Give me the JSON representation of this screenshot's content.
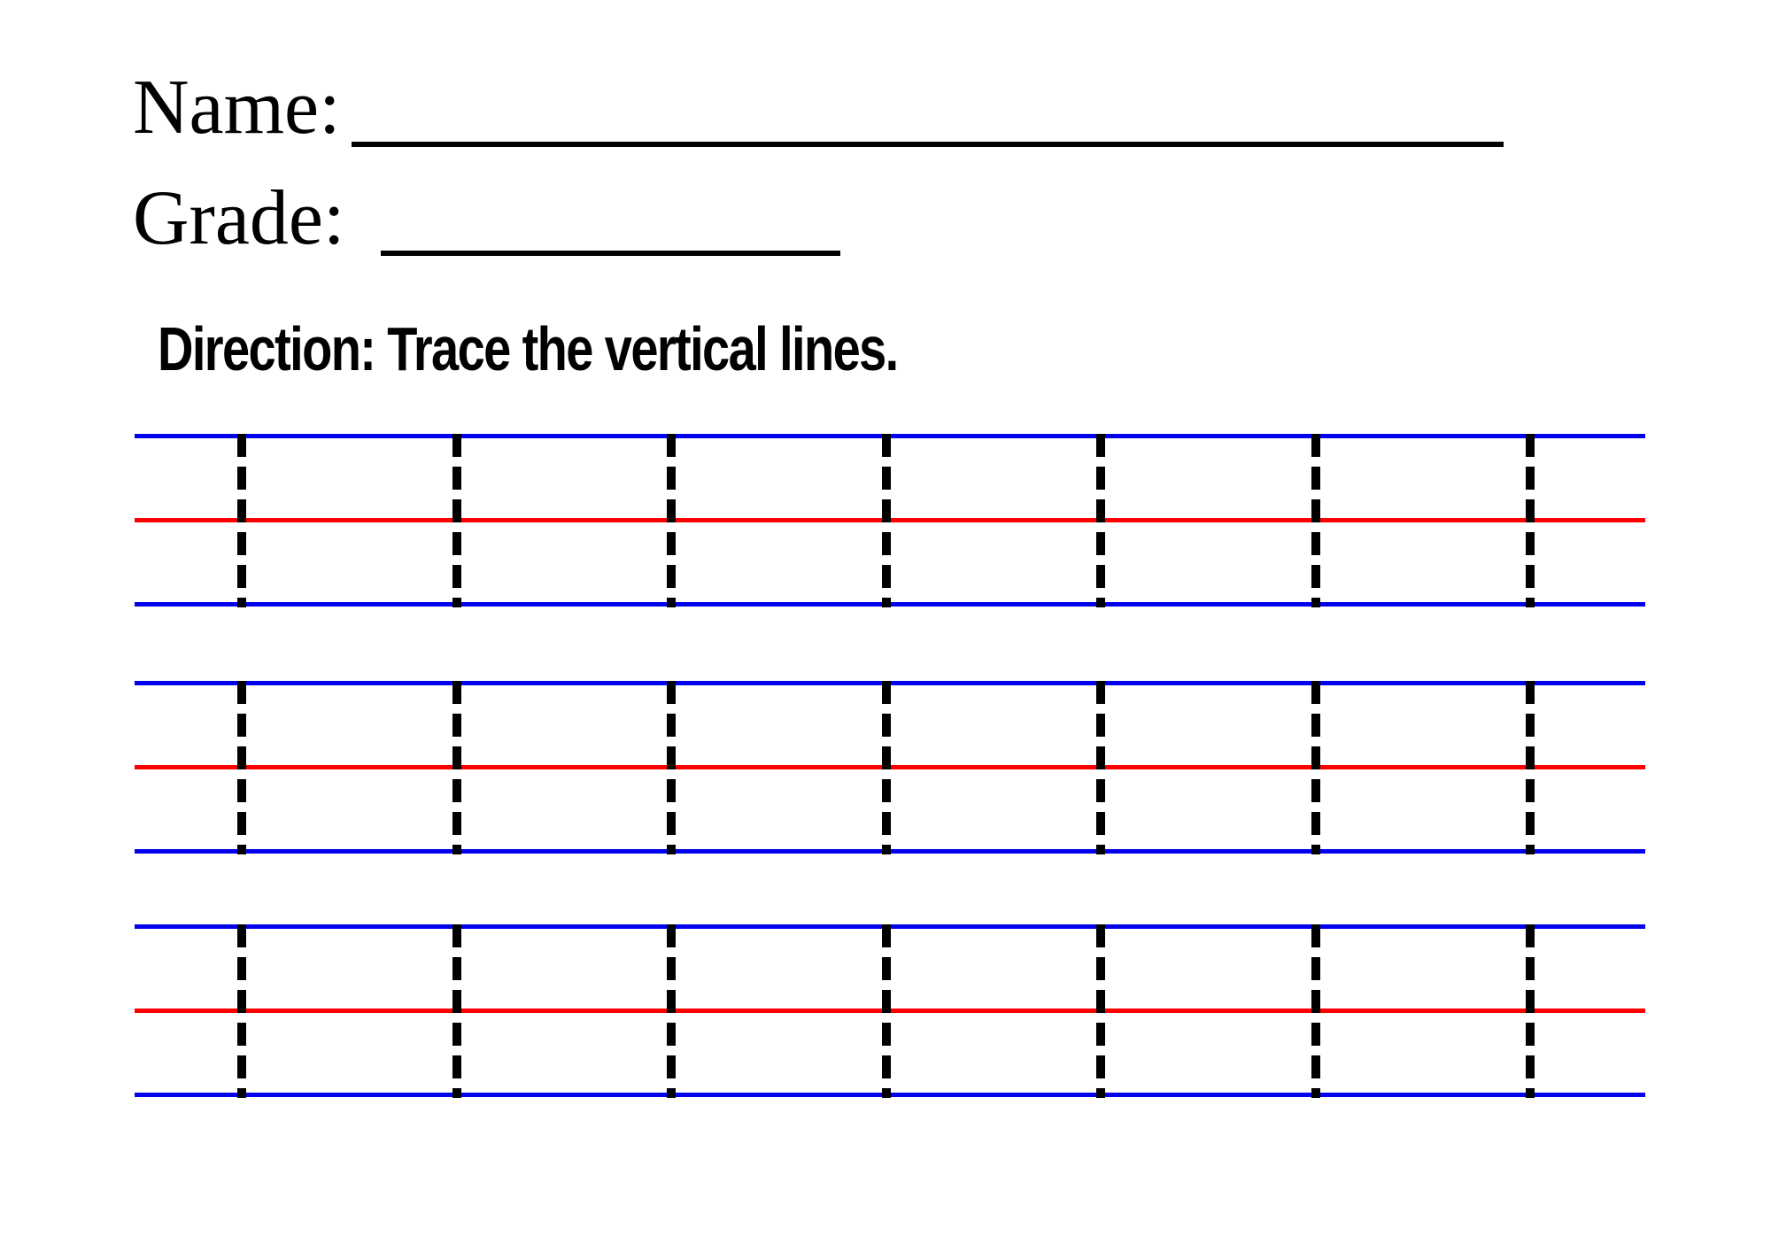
{
  "header": {
    "name_label": "Name:",
    "name_value": "",
    "grade_label": "Grade:",
    "grade_value": "",
    "direction_text": "Direction: Trace the vertical lines."
  },
  "tracing": {
    "row_count": 3,
    "dashes_per_row": 7,
    "guide_top_bottom_color": "#0202ee",
    "guide_middle_color": "#ff0000",
    "dash_color": "#000000"
  },
  "page": {
    "background_color": "#ffffff",
    "text_color": "#000000"
  }
}
